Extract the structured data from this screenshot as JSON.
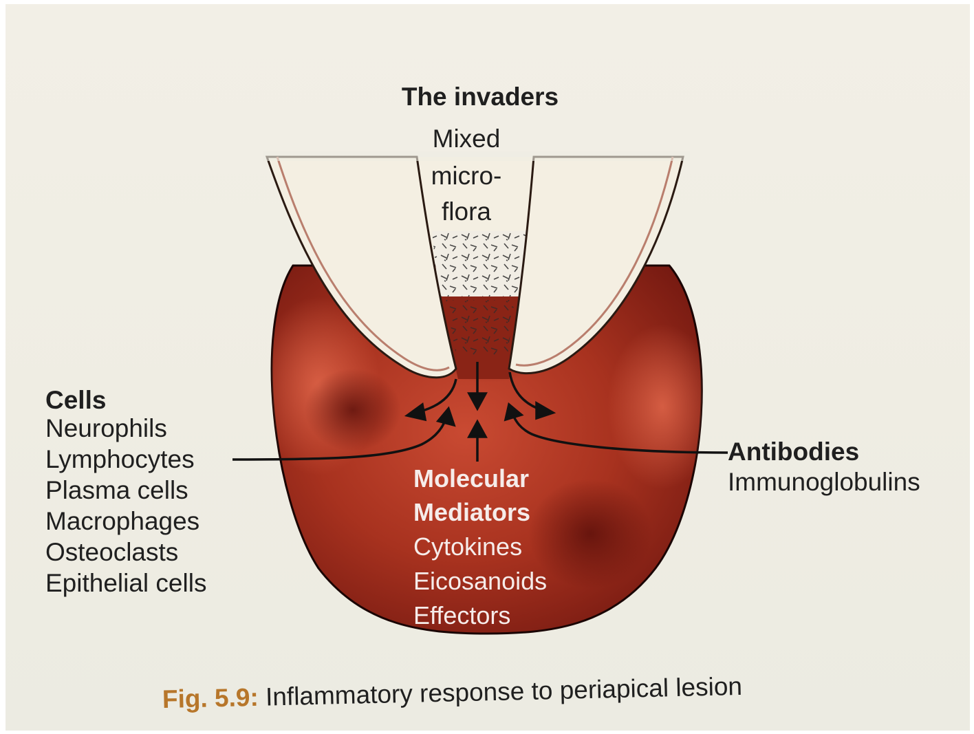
{
  "invaders": {
    "heading": "The invaders",
    "lines": [
      "Mixed",
      "micro-",
      "flora"
    ]
  },
  "cells": {
    "heading": "Cells",
    "items": [
      "Neurophils",
      "Lymphocytes",
      "Plasma cells",
      "Macrophages",
      "Osteoclasts",
      "Epithelial cells"
    ]
  },
  "antibodies": {
    "heading": "Antibodies",
    "item": "Immunoglobulins"
  },
  "mediators": {
    "heading_line1": "Molecular",
    "heading_line2": "Mediators",
    "items": [
      "Cytokines",
      "Eicosanoids",
      "Effectors"
    ]
  },
  "caption": {
    "number": "Fig. 5.9:",
    "text": " Inflammatory response to periapical lesion"
  },
  "colors": {
    "lesion_dark": "#7a1a12",
    "lesion_mid": "#a8321f",
    "lesion_light": "#d2553c",
    "tooth": "#f4efe2",
    "figure_label": "#b7762a"
  }
}
